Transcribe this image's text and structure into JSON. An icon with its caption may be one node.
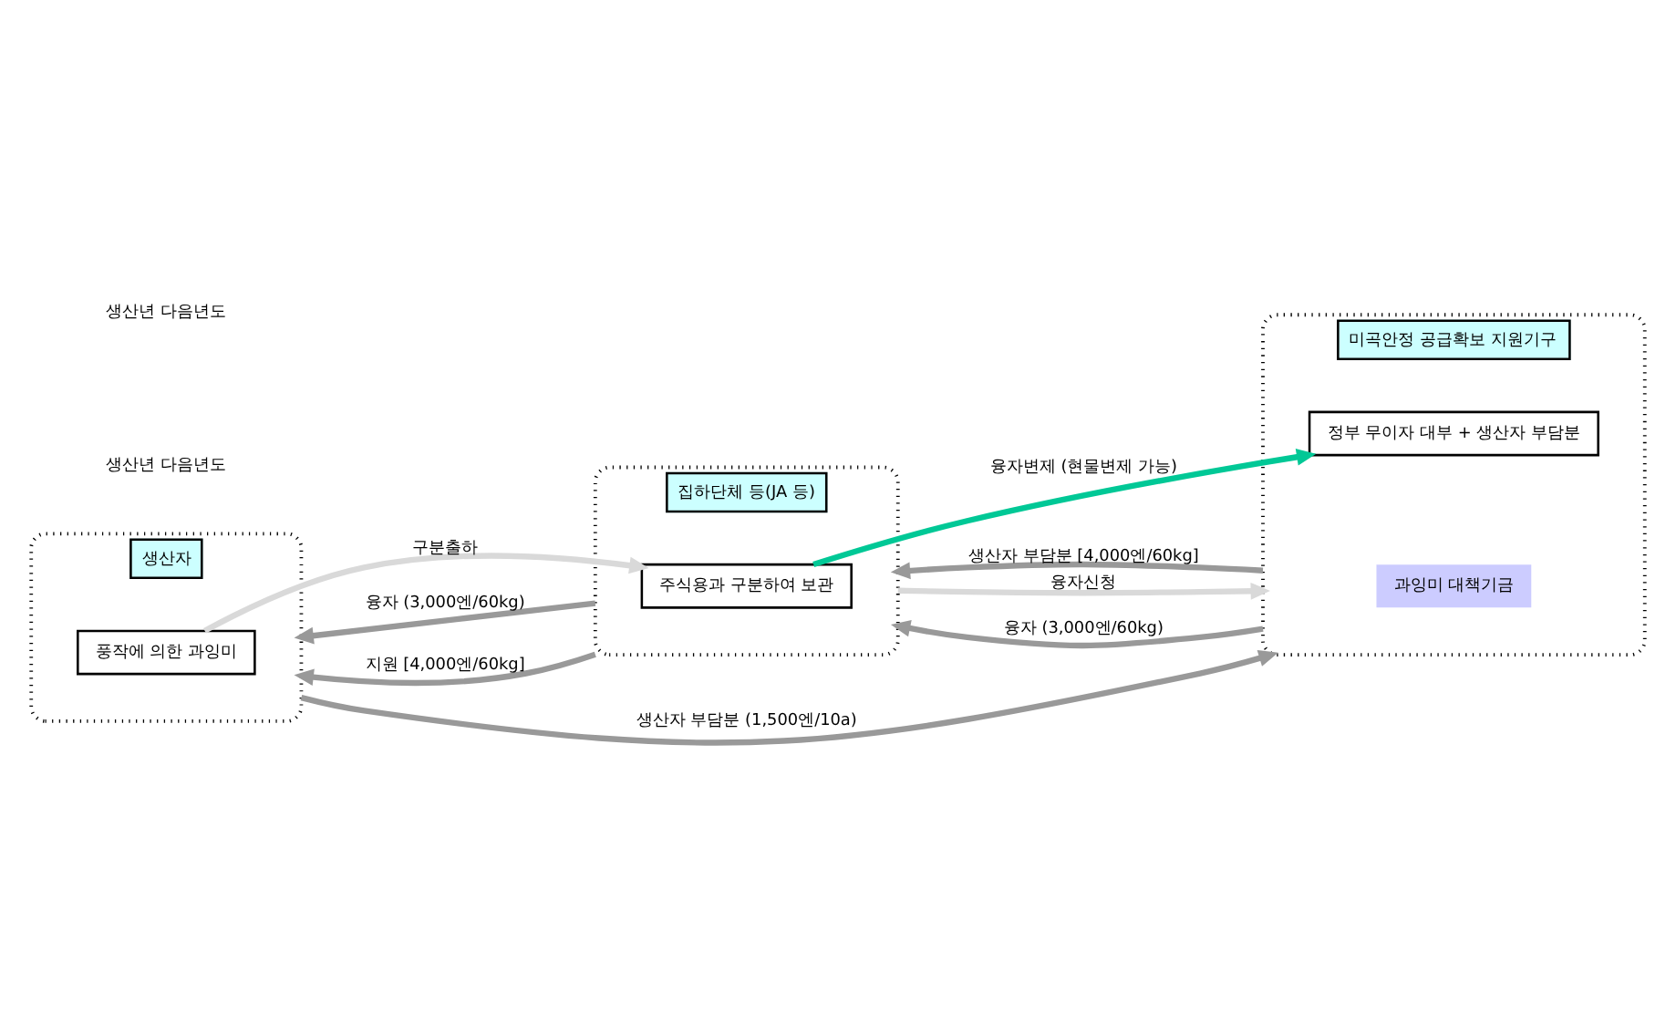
{
  "diagram": {
    "nodes": [
      {
        "text": [
          "생산자"
        ]
      },
      {
        "text": [
          "풍작에 의한 과잉미"
        ],
        "in": 0
      },
      {
        "text": [
          "집하단체 등(JA 등)"
        ]
      },
      {
        "text": [
          "주식용과 구분하여 보관"
        ],
        "in": 2
      },
      {
        "text": [
          "미곡안정 공급확보 지원기구"
        ]
      },
      {
        "text": [
          "과잉미 대책기금"
        ],
        "in": 4
      },
      {
        "text": [
          "정부 무이자 대부 + 생산자 부담분"
        ],
        "in": 4
      }
    ],
    "edges": [
      {
        "from": 0,
        "to": 4,
        "arrow": "to",
        "label": "생산자 부담분 (1,500엔/10a)"
      },
      {
        "from": 1,
        "to": 3,
        "arrow": "to",
        "label": "구분출하",
        "color": "#d9d9d9"
      },
      {
        "from": 2,
        "to": 0,
        "arrow": "to",
        "label": "융자 (3,000엔/60kg)"
      },
      {
        "from": 2,
        "to": 4,
        "arrow": "to",
        "label": "융자신청",
        "color": "#d9d9d9"
      },
      {
        "from": 4,
        "to": 2,
        "arrow": "to",
        "label": "융자 (3,000엔/60kg)"
      },
      {
        "from": 3,
        "to": 6,
        "arrow": "to",
        "label": "융자변제 (현물변제 가능)",
        "color": "#00c896"
      },
      {
        "from": 4,
        "to": 2,
        "arrow": "to",
        "label": "생산자 부담분 [4,000엔/60kg]"
      },
      {
        "from": 2,
        "to": 0,
        "arrow": "to",
        "label": "지원 [4,000엔/60kg]"
      }
    ],
    "labels": [
      "생산년 다음년도",
      "생산년 다음년도"
    ]
  }
}
